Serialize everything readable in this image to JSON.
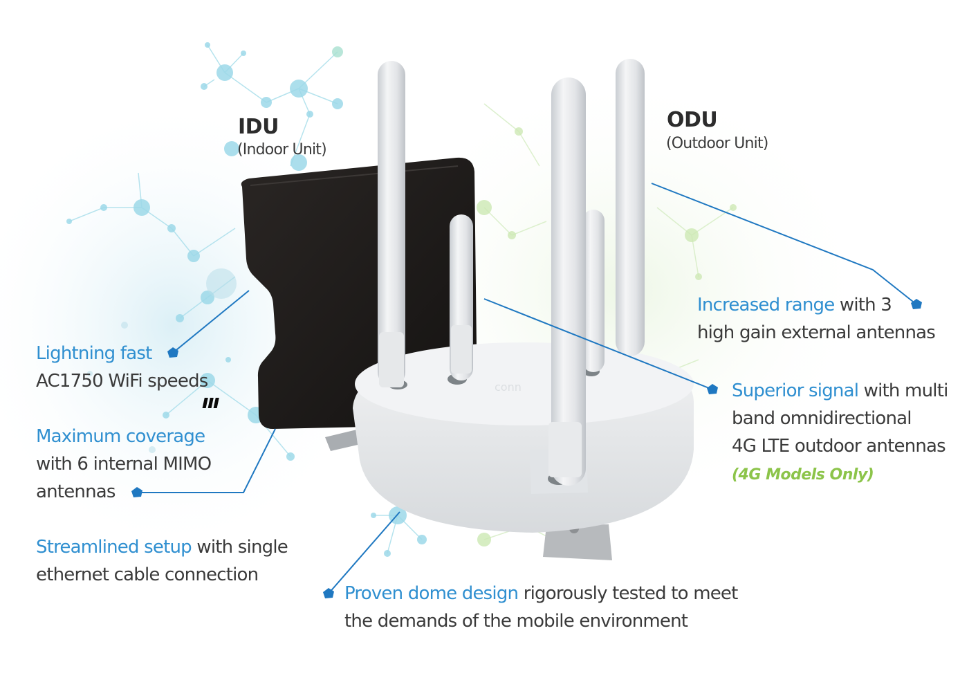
{
  "units": {
    "idu": {
      "title": "IDU",
      "subtitle": "(Indoor Unit)"
    },
    "odu": {
      "title": "ODU",
      "subtitle": "(Outdoor Unit)"
    }
  },
  "features": [
    {
      "id": "lightning-fast",
      "highlight": "Lightning fast",
      "text_line1": "",
      "text_line2": "AC1750 WiFi speeds"
    },
    {
      "id": "maximum-coverage",
      "highlight": "Maximum coverage",
      "text_line1": "",
      "text_line2": "with 6 internal MIMO",
      "text_line3": "antennas"
    },
    {
      "id": "streamlined-setup",
      "highlight": "Streamlined setup",
      "text_line1": " with single",
      "text_line2": "ethernet cable connection"
    },
    {
      "id": "proven-dome",
      "highlight": "Proven dome design",
      "text_line1": " rigorously tested to meet",
      "text_line2": "the demands of the mobile environment"
    },
    {
      "id": "increased-range",
      "highlight": "Increased range",
      "text_line1": " with 3",
      "text_line2": "high gain external antennas"
    },
    {
      "id": "superior-signal",
      "highlight": "Superior signal",
      "text_line1": " with multi",
      "text_line2": "band omnidirectional",
      "text_line3": "4G LTE outdoor antennas",
      "note": "(4G Models Only)"
    }
  ],
  "colors": {
    "highlight_blue": "#2f8fd0",
    "connector_blue": "#1f78c1",
    "note_green": "#8cc44a",
    "body_text": "#3a3a3a",
    "idu_body": "#1a1716",
    "odu_body": "#e9ebed"
  }
}
